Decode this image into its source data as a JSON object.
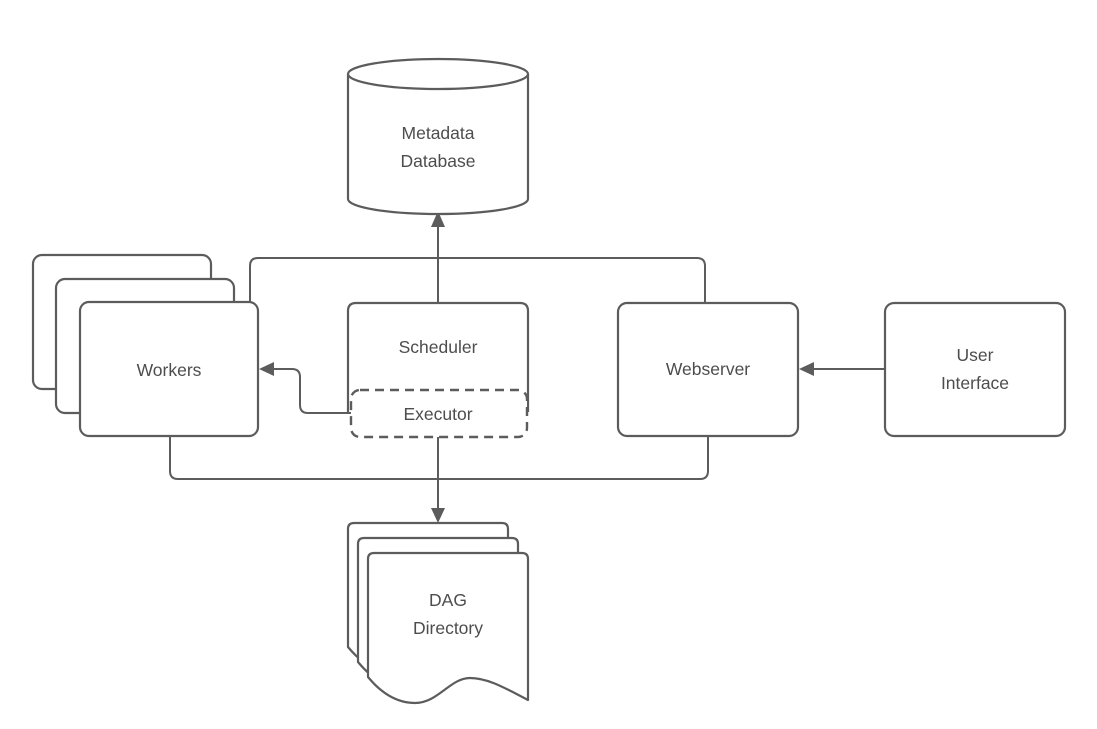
{
  "diagram": {
    "type": "architecture-diagram",
    "colors": {
      "line": "#5c5c5c",
      "text": "#4d4d4d",
      "background": "#ffffff",
      "node_fill": "#ffffff"
    },
    "nodes": {
      "metadata_database": {
        "shape": "cylinder",
        "lines": [
          "Metadata",
          "Database"
        ]
      },
      "workers": {
        "shape": "stacked-rounded-rect",
        "stack_count": 3,
        "lines": [
          "Workers"
        ]
      },
      "scheduler": {
        "shape": "rounded-rect",
        "lines": [
          "Scheduler"
        ]
      },
      "executor": {
        "shape": "dashed-rounded-rect",
        "lines": [
          "Executor"
        ]
      },
      "webserver": {
        "shape": "rounded-rect",
        "lines": [
          "Webserver"
        ]
      },
      "user_interface": {
        "shape": "rounded-rect",
        "lines": [
          "User",
          "Interface"
        ]
      },
      "dag_directory": {
        "shape": "stacked-document",
        "stack_count": 3,
        "lines": [
          "DAG",
          "Directory"
        ]
      }
    },
    "edges": [
      {
        "from": "scheduler",
        "to": "metadata_database",
        "arrow": "to"
      },
      {
        "from": "executor",
        "to": "workers",
        "arrow": "to"
      },
      {
        "from": "user_interface",
        "to": "webserver",
        "arrow": "to"
      },
      {
        "from": "executor",
        "to": "dag_directory",
        "arrow": "to"
      },
      {
        "from": "workers",
        "to": "webserver",
        "via": "top-loop",
        "arrow": "none"
      },
      {
        "from": "workers",
        "to": "webserver",
        "via": "bottom-loop",
        "arrow": "none"
      }
    ]
  }
}
